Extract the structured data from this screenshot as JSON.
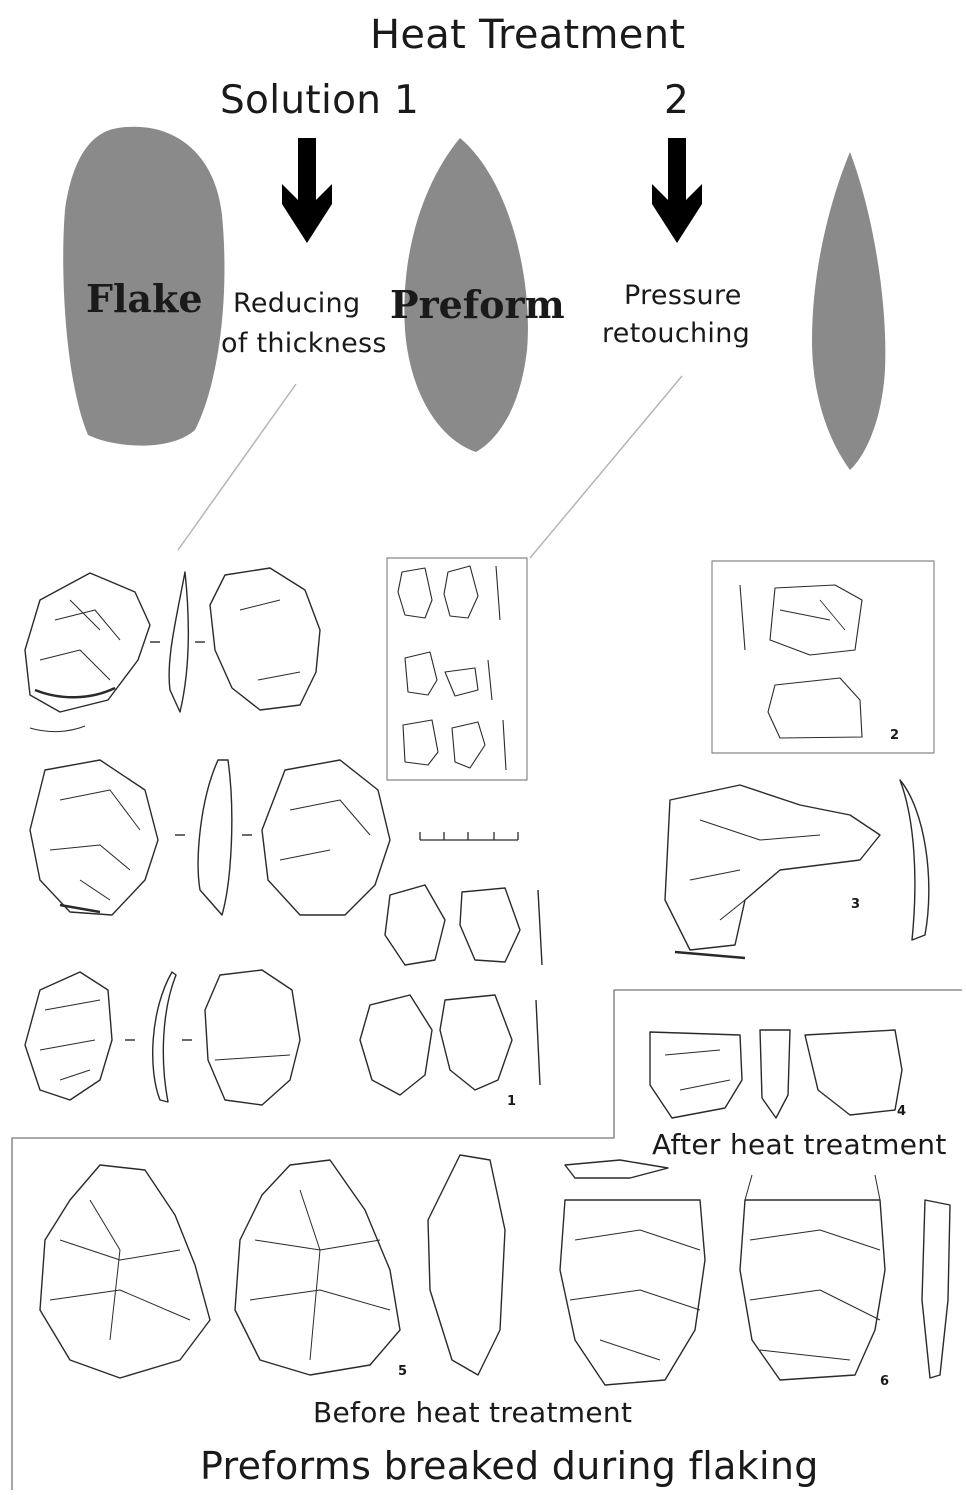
{
  "heading": "Heat Treatment",
  "solutions": {
    "first": "Solution 1",
    "second": "2"
  },
  "stages": {
    "flake": "Flake",
    "step1": [
      "Reducing",
      "of thickness"
    ],
    "preform": "Preform",
    "step2": [
      "Pressure",
      "retouching"
    ]
  },
  "figure_numbers": [
    "1",
    "2",
    "3",
    "4",
    "5",
    "6"
  ],
  "after_label": "After heat treatment",
  "before_label": "Before heat treatment",
  "caption": "Preforms breaked during flaking",
  "colors": {
    "shape_fill": "#8a8a8a",
    "ink": "#1a1a1a",
    "line": "#9a9a9a"
  }
}
